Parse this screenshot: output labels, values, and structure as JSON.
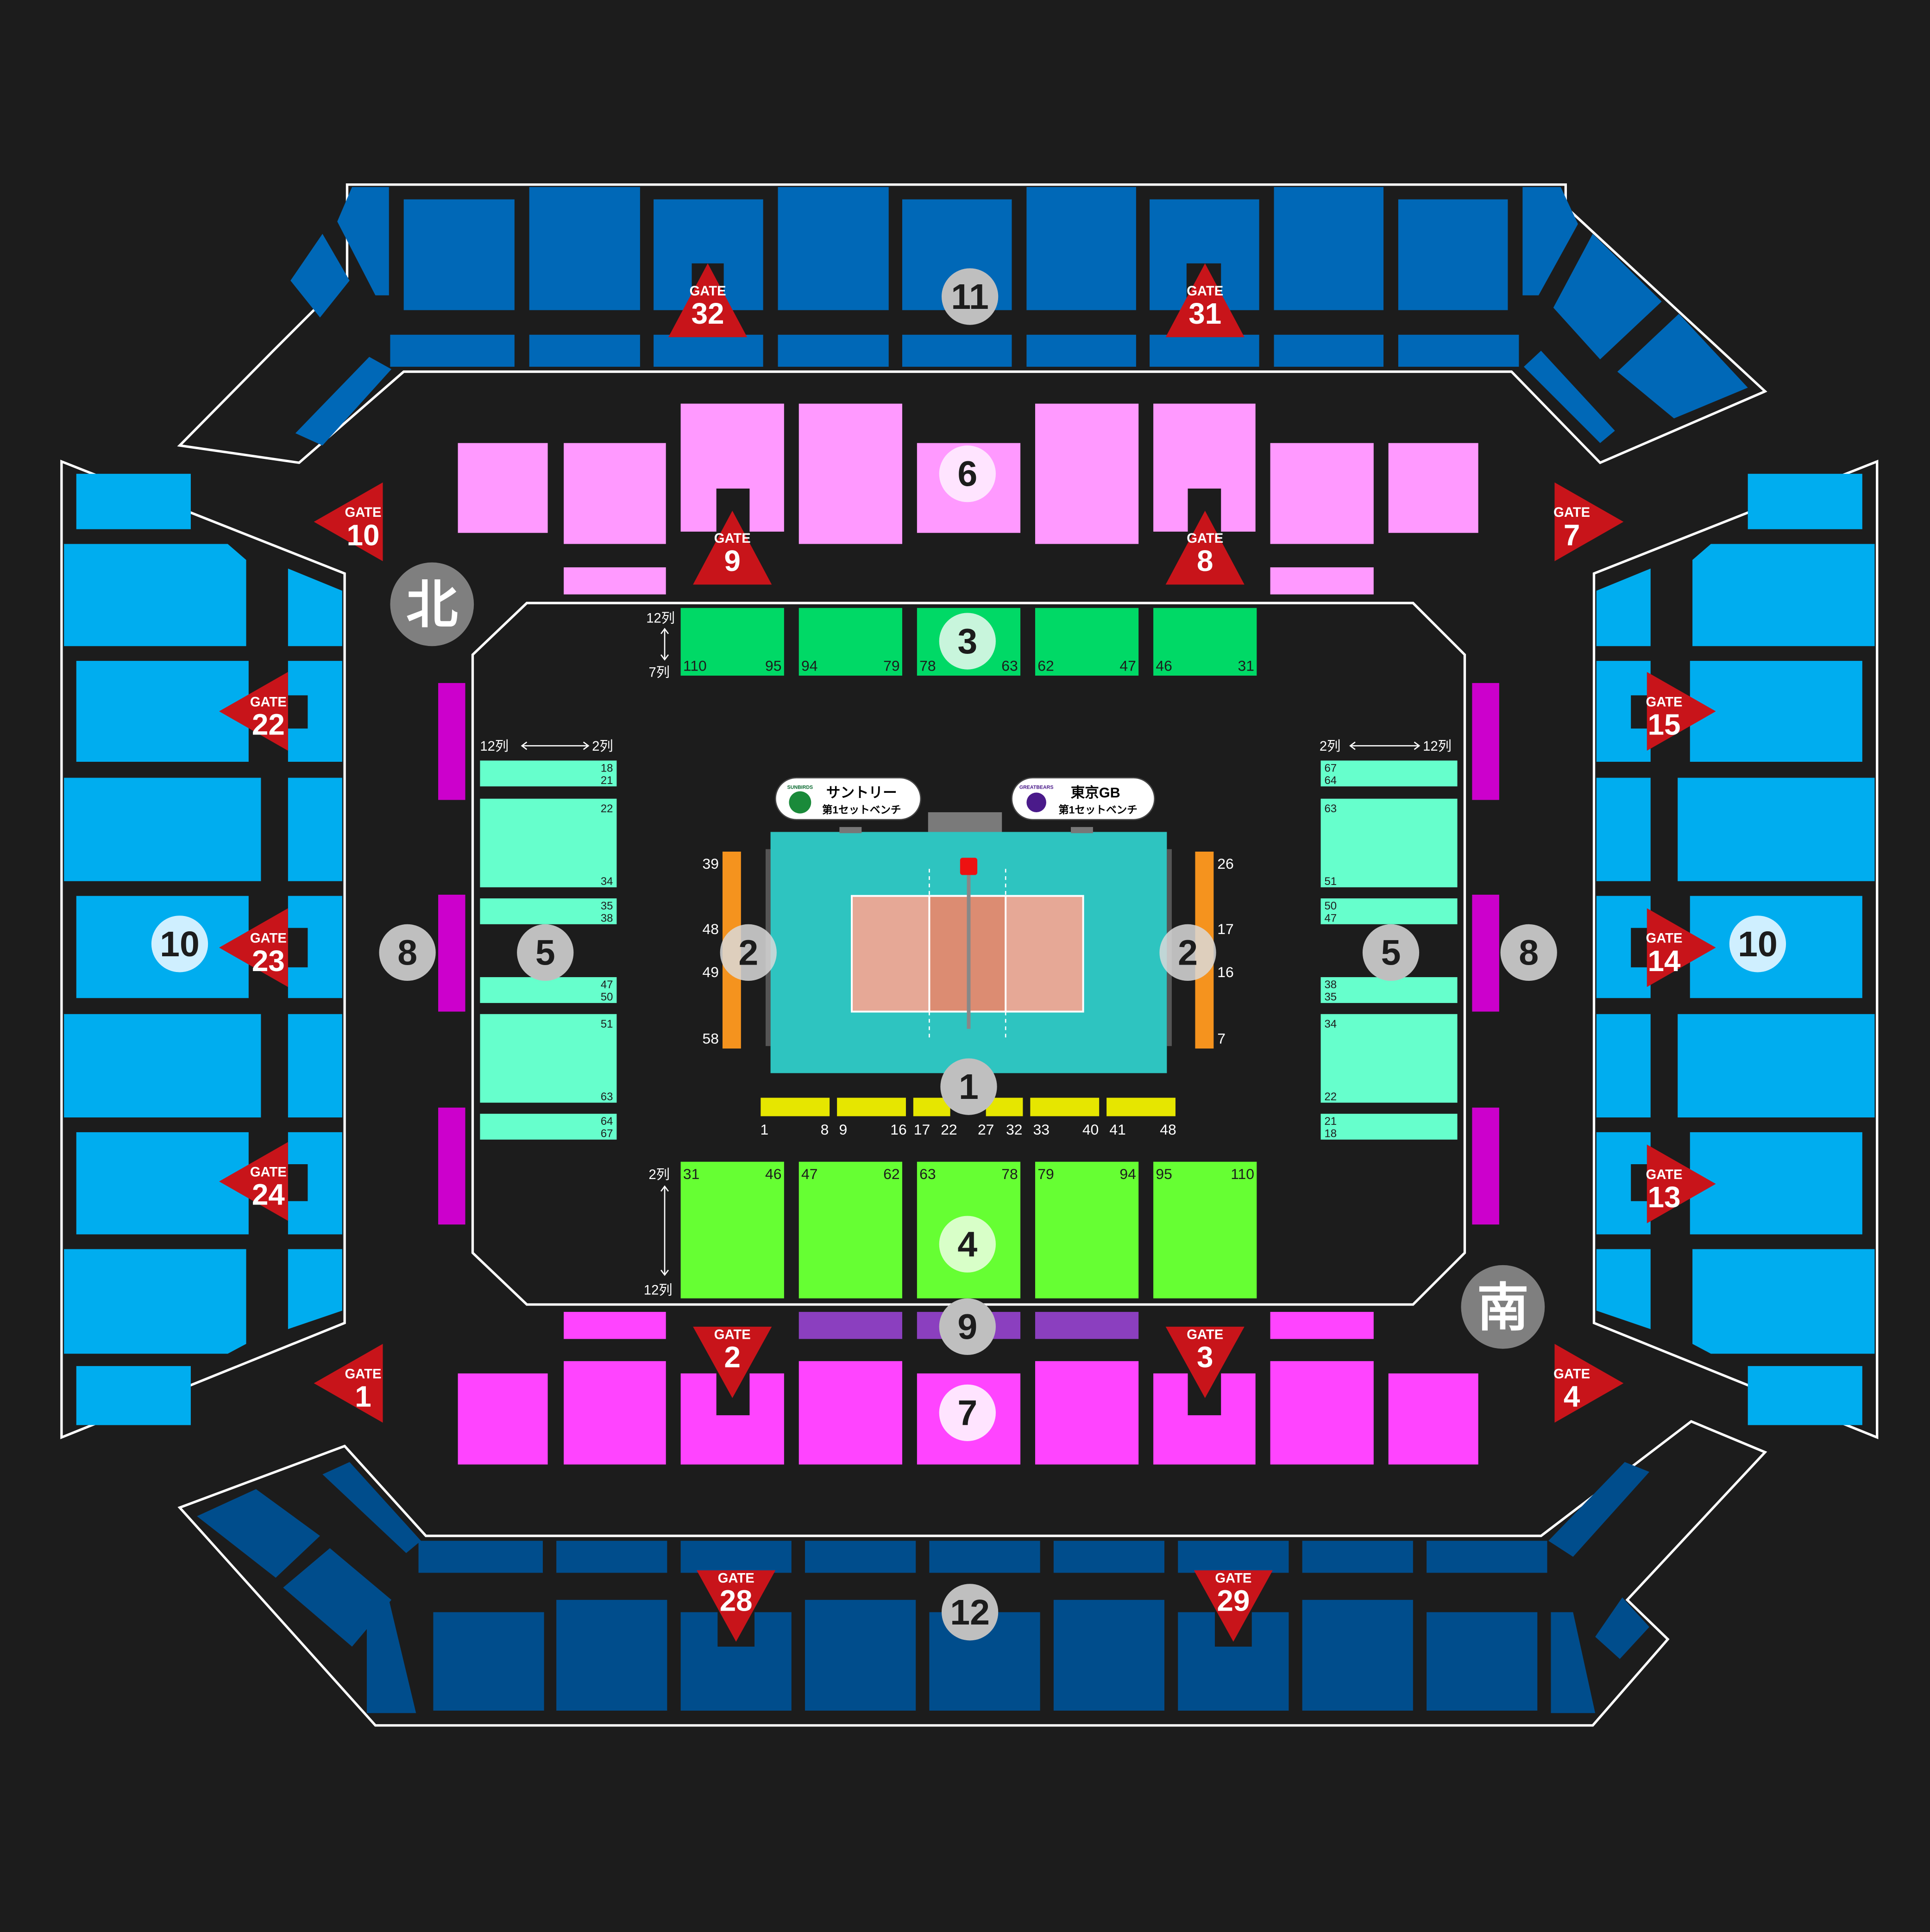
{
  "colors": {
    "background": "#1c1c1c",
    "outline": "#ffffff",
    "block11": "#0068b7",
    "block12": "#004d8c",
    "block10": "#00adef",
    "block6": "#ff99ff",
    "block7": "#ff44ff",
    "block8": "#cc00cc",
    "block9": "#8b3fbf",
    "block3": "#00d966",
    "block4": "#66ff33",
    "block5": "#66ffcc",
    "block2": "#f5931e",
    "block1": "#e6e600",
    "court_floor": "#2ec4c0",
    "court_play": "#e6a896",
    "gate": "#c8141a",
    "badge_gray": "#bfbfbf",
    "badge_light": "#ffd9ff"
  },
  "compass": {
    "north": "北",
    "south": "南"
  },
  "gate_word": "GATE",
  "gates": [
    {
      "id": "gate-32",
      "label": "32",
      "dir": "up"
    },
    {
      "id": "gate-31",
      "label": "31",
      "dir": "up"
    },
    {
      "id": "gate-10",
      "label": "10",
      "dir": "left"
    },
    {
      "id": "gate-7",
      "label": "7",
      "dir": "right"
    },
    {
      "id": "gate-9",
      "label": "9",
      "dir": "up"
    },
    {
      "id": "gate-8",
      "label": "8",
      "dir": "up"
    },
    {
      "id": "gate-22",
      "label": "22",
      "dir": "left"
    },
    {
      "id": "gate-15",
      "label": "15",
      "dir": "right"
    },
    {
      "id": "gate-23",
      "label": "23",
      "dir": "left"
    },
    {
      "id": "gate-14",
      "label": "14",
      "dir": "right"
    },
    {
      "id": "gate-24",
      "label": "24",
      "dir": "left"
    },
    {
      "id": "gate-13",
      "label": "13",
      "dir": "right"
    },
    {
      "id": "gate-2",
      "label": "2",
      "dir": "down"
    },
    {
      "id": "gate-3",
      "label": "3",
      "dir": "down"
    },
    {
      "id": "gate-1",
      "label": "1",
      "dir": "left"
    },
    {
      "id": "gate-4",
      "label": "4",
      "dir": "right"
    },
    {
      "id": "gate-28",
      "label": "28",
      "dir": "down"
    },
    {
      "id": "gate-29",
      "label": "29",
      "dir": "down"
    }
  ],
  "badges": [
    {
      "id": "block-11",
      "label": "11"
    },
    {
      "id": "block-6",
      "label": "6"
    },
    {
      "id": "block-3",
      "label": "3"
    },
    {
      "id": "block-10-left",
      "label": "10"
    },
    {
      "id": "block-10-right",
      "label": "10"
    },
    {
      "id": "block-8-left",
      "label": "8"
    },
    {
      "id": "block-8-right",
      "label": "8"
    },
    {
      "id": "block-5-left",
      "label": "5"
    },
    {
      "id": "block-5-right",
      "label": "5"
    },
    {
      "id": "block-2-left",
      "label": "2"
    },
    {
      "id": "block-2-right",
      "label": "2"
    },
    {
      "id": "block-1",
      "label": "1"
    },
    {
      "id": "block-4",
      "label": "4"
    },
    {
      "id": "block-9",
      "label": "9"
    },
    {
      "id": "block-7",
      "label": "7"
    },
    {
      "id": "block-12",
      "label": "12"
    }
  ],
  "benches": {
    "left": {
      "team": "サントリー",
      "sub": "第1セットベンチ",
      "logo": "SUNBIRDS"
    },
    "right": {
      "team": "東京GB",
      "sub": "第1セットベンチ",
      "logo": "GREATBEARS"
    }
  },
  "row_labels": {
    "block3_top": "12列",
    "block3_bottom": "7列",
    "block4_top": "2列",
    "block4_bottom": "12列",
    "side_left_from": "12列",
    "side_left_to": "2列",
    "side_right_from": "2列",
    "side_right_to": "12列"
  },
  "block3_seats": [
    [
      "110",
      "95"
    ],
    [
      "94",
      "79"
    ],
    [
      "78",
      "63"
    ],
    [
      "62",
      "47"
    ],
    [
      "46",
      "31"
    ]
  ],
  "block4_seats": [
    [
      "31",
      "46"
    ],
    [
      "47",
      "62"
    ],
    [
      "63",
      "78"
    ],
    [
      "79",
      "94"
    ],
    [
      "95",
      "110"
    ]
  ],
  "block1_seats": [
    "1",
    "8",
    "9",
    "16",
    "17",
    "22",
    "27",
    "32",
    "33",
    "40",
    "41",
    "48"
  ],
  "block2_left_seats": [
    "39",
    "48",
    "49",
    "58"
  ],
  "block2_right_seats": [
    "26",
    "17",
    "16",
    "7"
  ],
  "block5_left_seats": [
    [
      "18",
      "21"
    ],
    [
      "22",
      "34"
    ],
    [
      "35",
      "38"
    ],
    [
      "47",
      "50"
    ],
    [
      "51",
      "63"
    ],
    [
      "64",
      "67"
    ]
  ],
  "block5_right_seats": [
    [
      "67",
      "64"
    ],
    [
      "63",
      "51"
    ],
    [
      "50",
      "47"
    ],
    [
      "38",
      "35"
    ],
    [
      "34",
      "22"
    ],
    [
      "21",
      "18"
    ]
  ]
}
